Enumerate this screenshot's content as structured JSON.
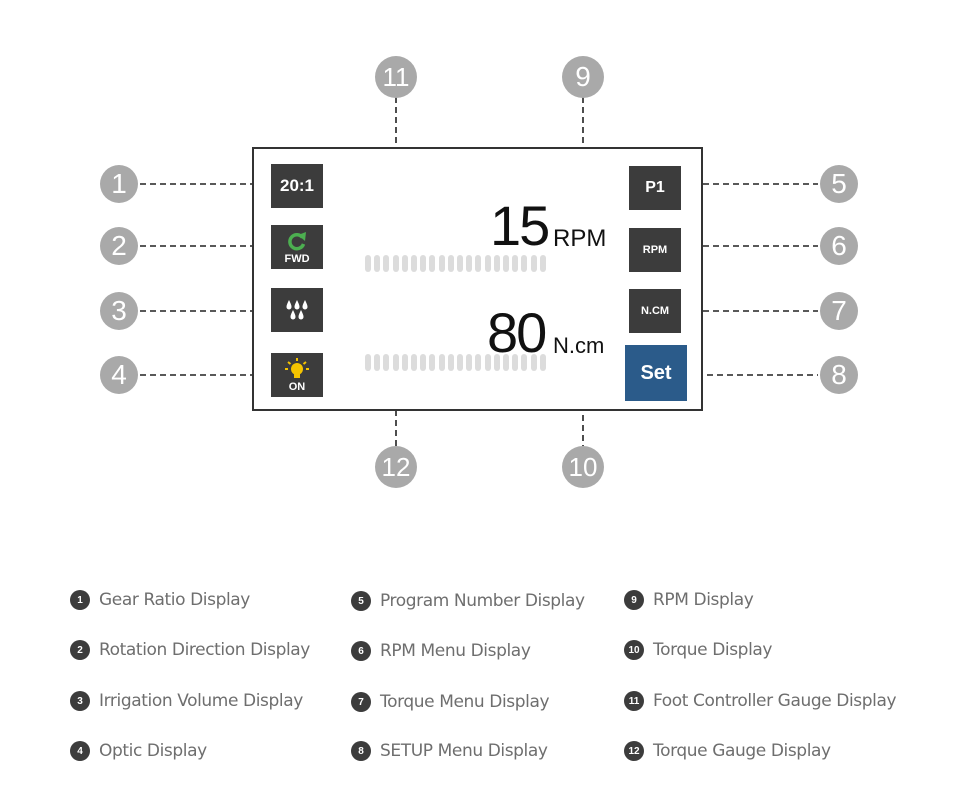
{
  "callouts": [
    "1",
    "2",
    "3",
    "4",
    "5",
    "6",
    "7",
    "8",
    "9",
    "10",
    "11",
    "12"
  ],
  "left_icons": [
    {
      "label": "20:1",
      "icon": "gear-ratio"
    },
    {
      "label": "FWD",
      "icon": "rotate-forward-icon"
    },
    {
      "label": "",
      "icon": "irrigation-drops-icon"
    },
    {
      "label": "ON",
      "icon": "light-bulb-icon"
    }
  ],
  "right_icons": [
    {
      "label": "P1"
    },
    {
      "label": "RPM"
    },
    {
      "label": "N.CM"
    },
    {
      "label": "Set"
    }
  ],
  "readouts": {
    "rpm_value": "15",
    "rpm_unit": "RPM",
    "torque_value": "80",
    "torque_unit": "N.cm"
  },
  "gauges": {
    "foot_controller_level": 0,
    "torque_level": 0,
    "segments": 20
  },
  "colors": {
    "icon_bg": "#3c3c3c",
    "set_bg": "#2b5b8a",
    "callout_bg": "#a9a9a9",
    "gauge_segment": "#dcdcdc",
    "rotate_green": "#4caf50",
    "bulb_yellow": "#f5c400"
  },
  "legend": [
    {
      "num": "1",
      "text": "Gear Ratio Display"
    },
    {
      "num": "2",
      "text": "Rotation Direction Display"
    },
    {
      "num": "3",
      "text": "Irrigation Volume Display"
    },
    {
      "num": "4",
      "text": "Optic Display"
    },
    {
      "num": "5",
      "text": "Program Number Display"
    },
    {
      "num": "6",
      "text": "RPM Menu Display"
    },
    {
      "num": "7",
      "text": "Torque Menu Display"
    },
    {
      "num": "8",
      "text": "SETUP Menu Display"
    },
    {
      "num": "9",
      "text": "RPM Display"
    },
    {
      "num": "10",
      "text": "Torque Display"
    },
    {
      "num": "11",
      "text": "Foot Controller Gauge Display"
    },
    {
      "num": "12",
      "text": "Torque Gauge Display"
    }
  ]
}
